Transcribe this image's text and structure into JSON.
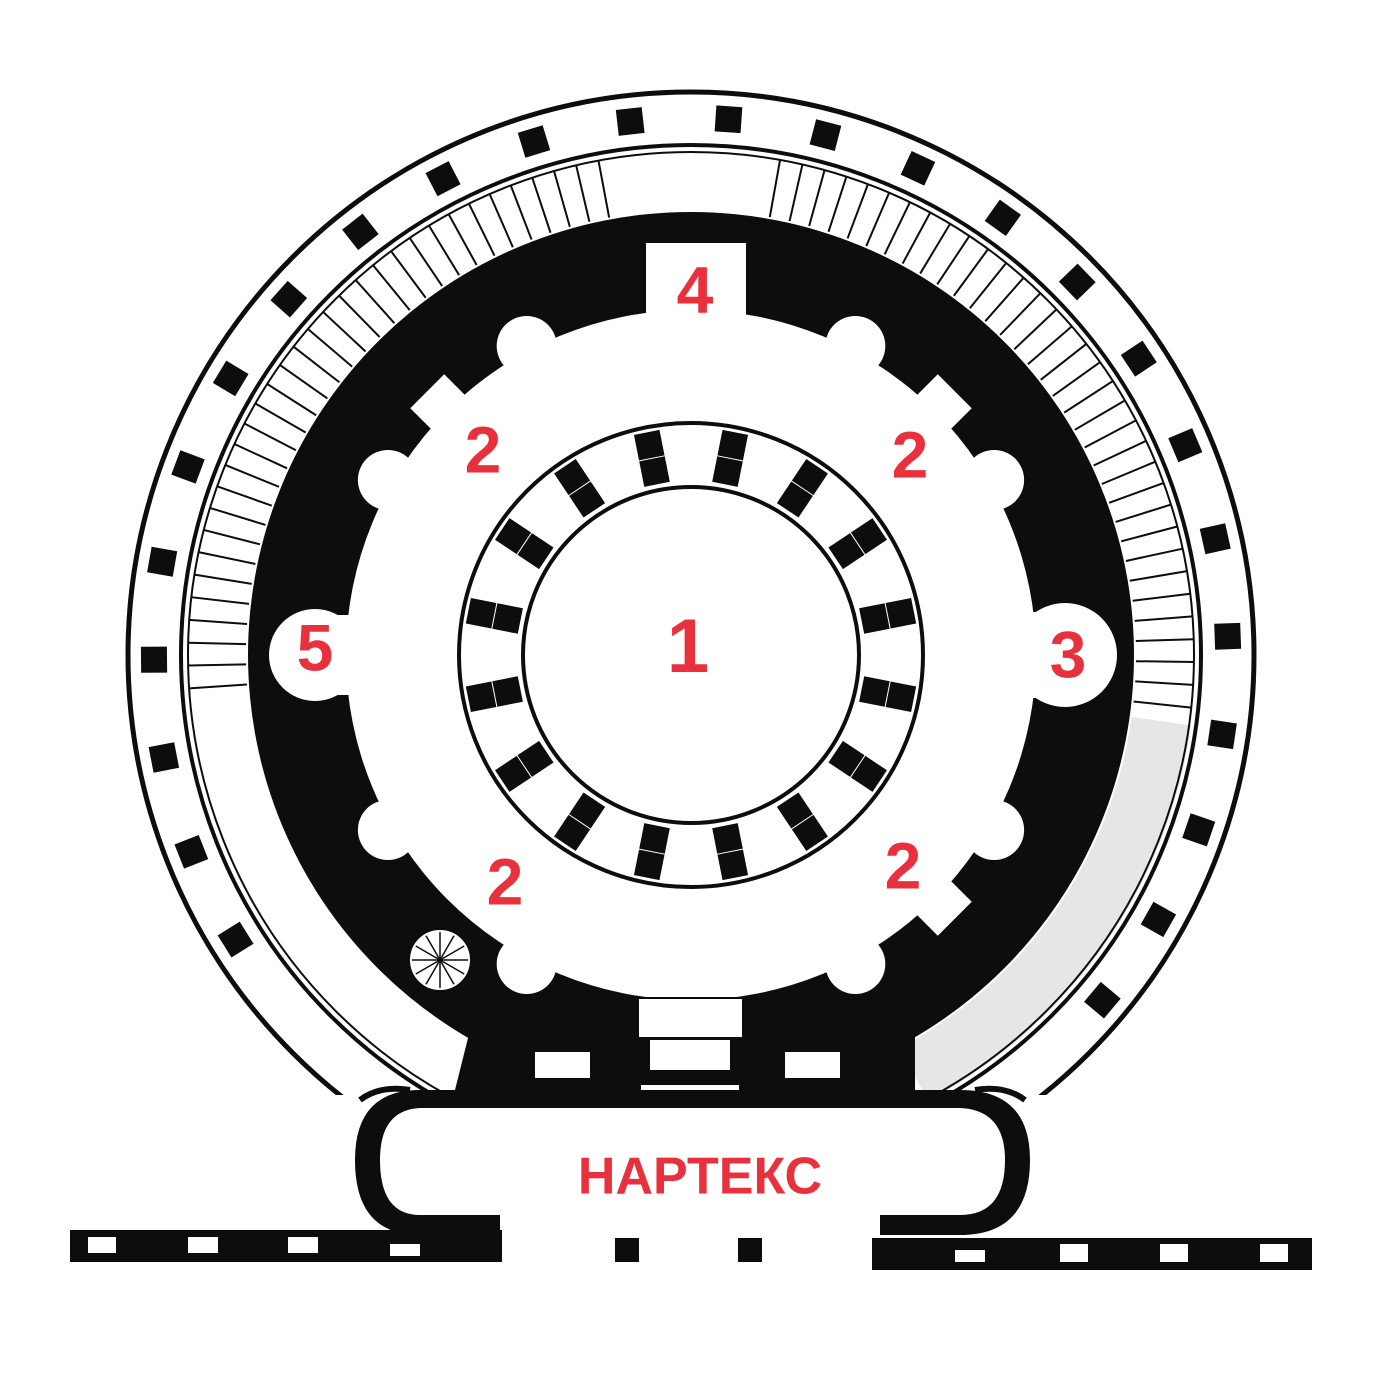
{
  "colors": {
    "label": "#e8313c",
    "ink": "#0d0d0d",
    "paper": "#ffffff",
    "shade": "#e4e4e4"
  },
  "labels": {
    "rotunda": "1",
    "ambulatory_nw": "2",
    "ambulatory_ne": "2",
    "ambulatory_sw": "2",
    "ambulatory_se": "2",
    "apse_east": "3",
    "apse_north": "4",
    "apse_west": "5",
    "narthex": "НАРТЕКС"
  }
}
